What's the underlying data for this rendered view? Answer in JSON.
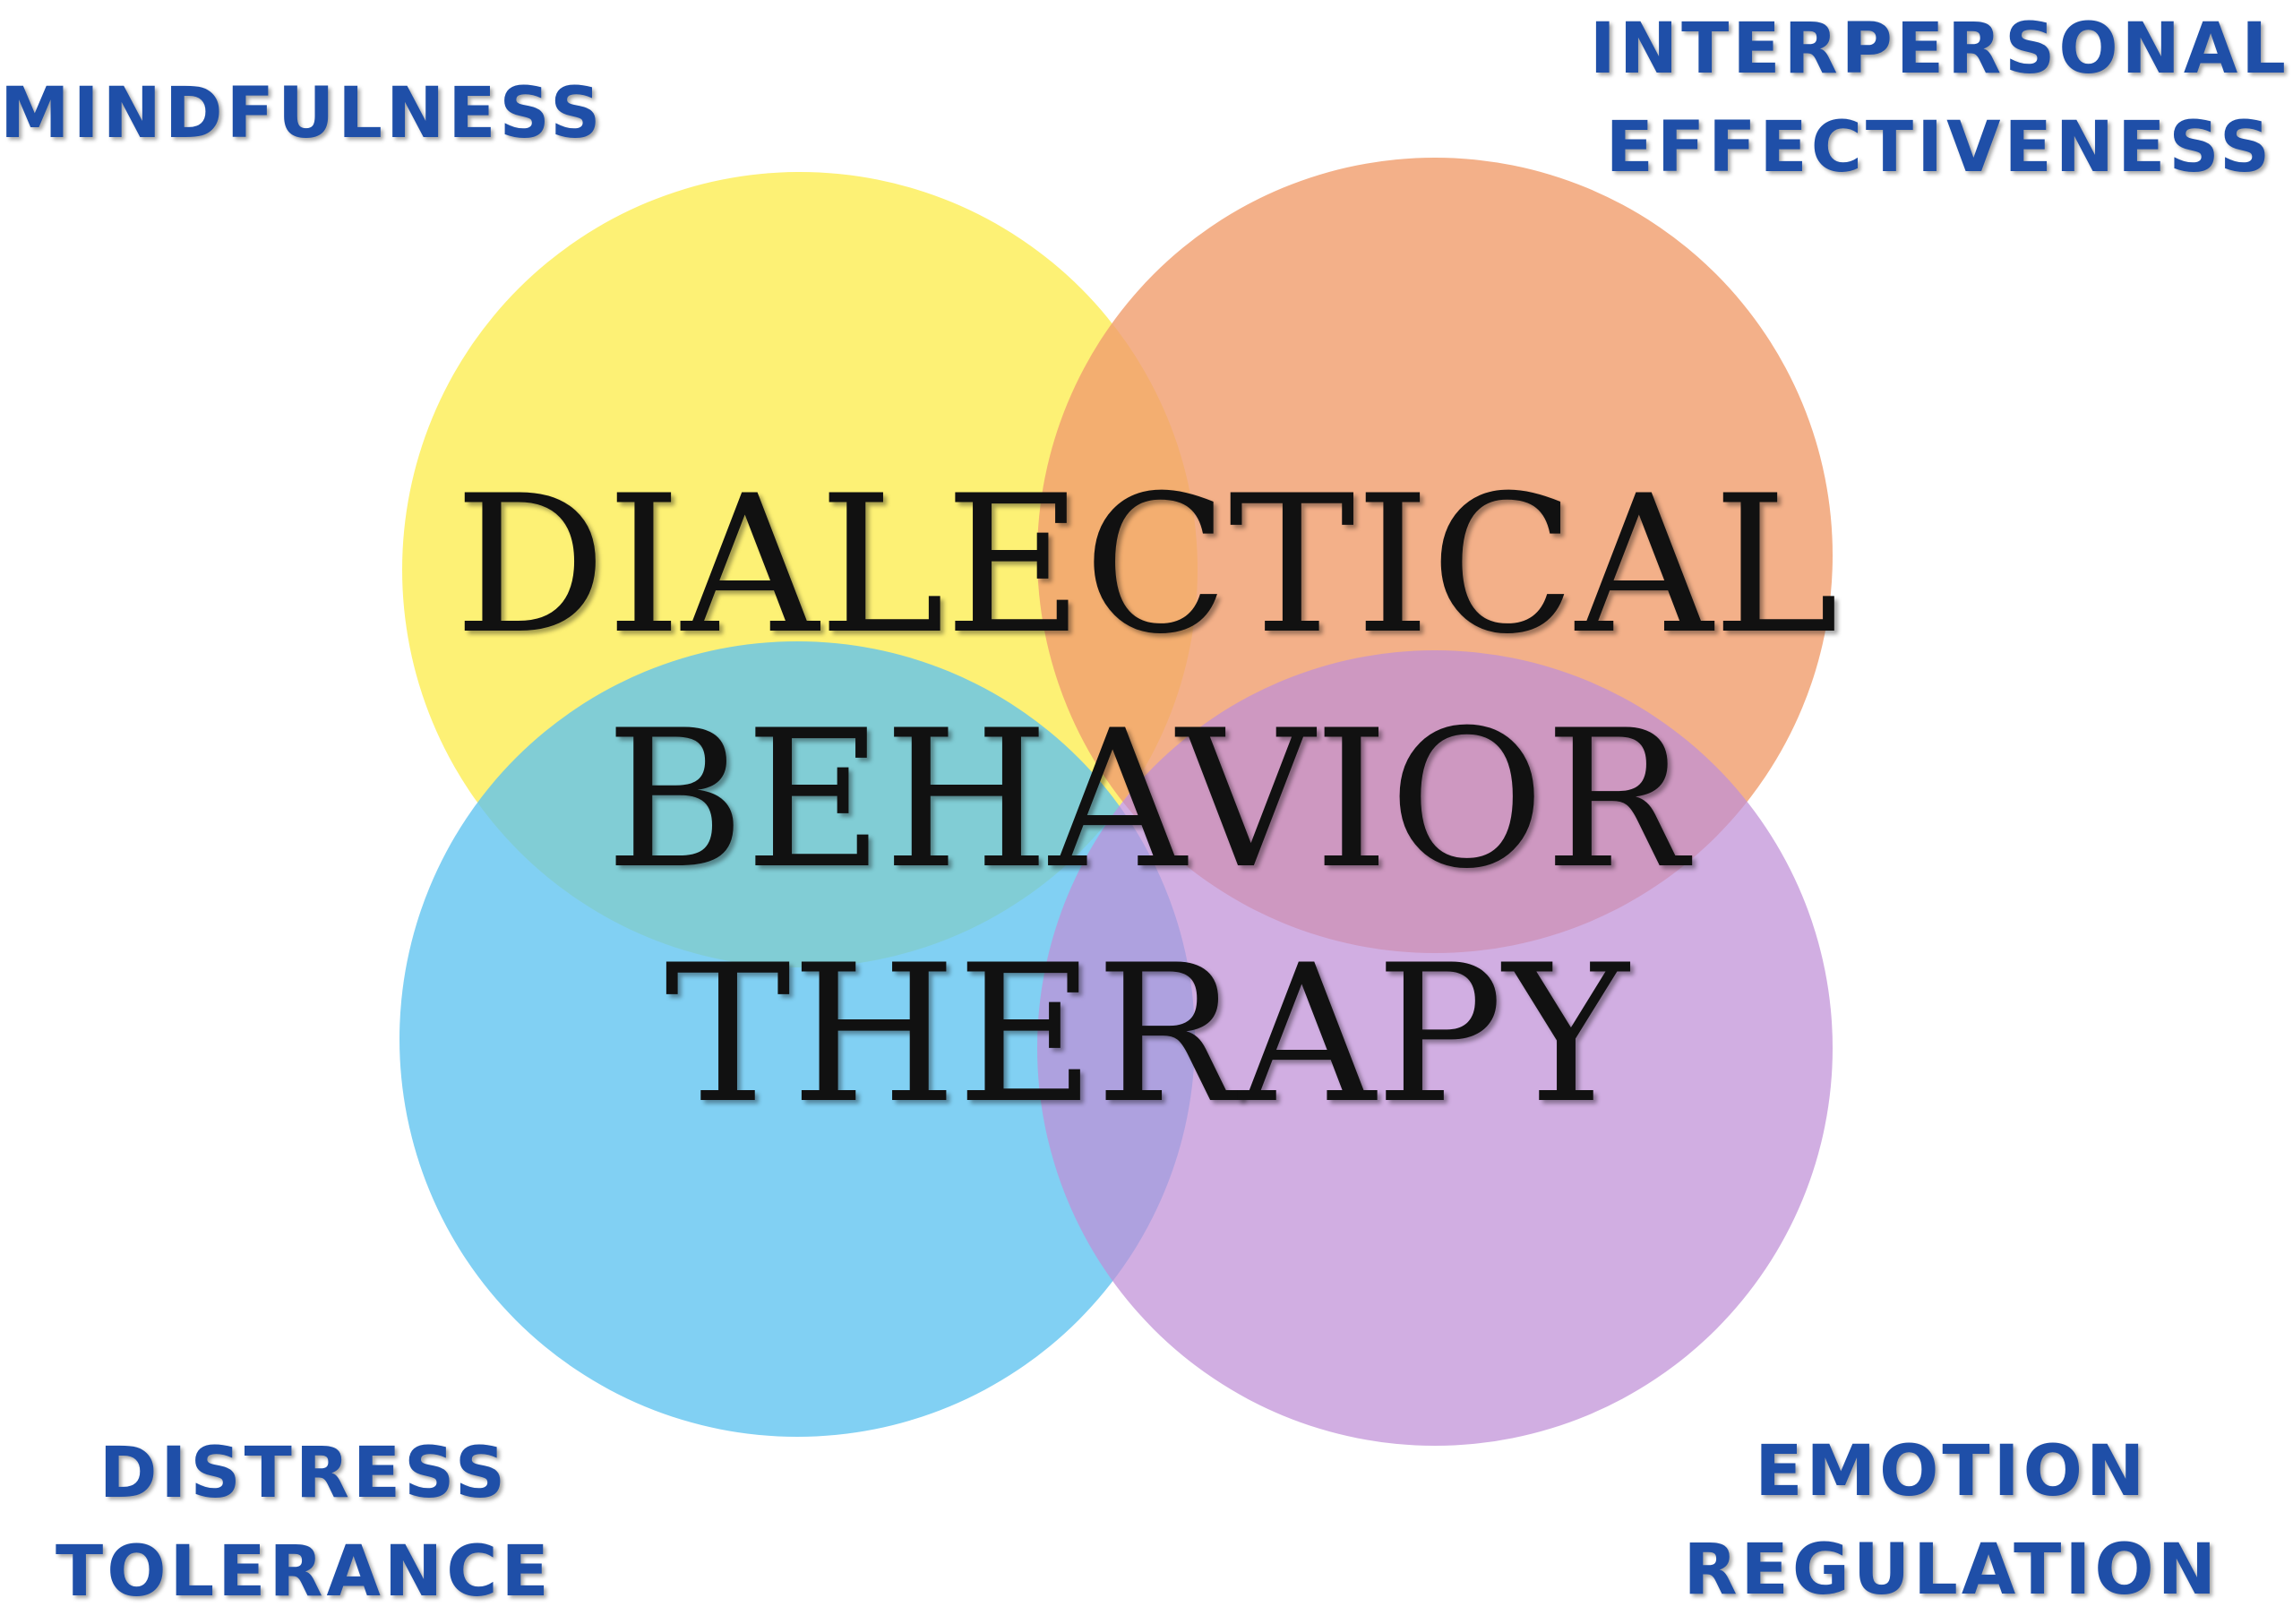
{
  "labels": {
    "top_left": {
      "lines": [
        "MINDFULNESS"
      ]
    },
    "top_right": {
      "lines": [
        "INTERPERSONAL",
        "EFFECTIVENESS"
      ]
    },
    "bottom_left": {
      "lines": [
        "DISTRESS",
        "TOLERANCE"
      ]
    },
    "bottom_right": {
      "lines": [
        "EMOTION",
        "REGULATION"
      ]
    }
  },
  "title": {
    "lines": [
      "DIALECTICAL",
      "BEHAVIOR",
      "THERAPY"
    ]
  },
  "colors": {
    "label_text": "#1f4fa8",
    "title_text": "#111111",
    "circle_top_left": "#fdf06e",
    "circle_top_right": "#f09f6f",
    "circle_bottom_left": "#5ec3ef",
    "circle_bottom_right": "#bf8fd7"
  }
}
